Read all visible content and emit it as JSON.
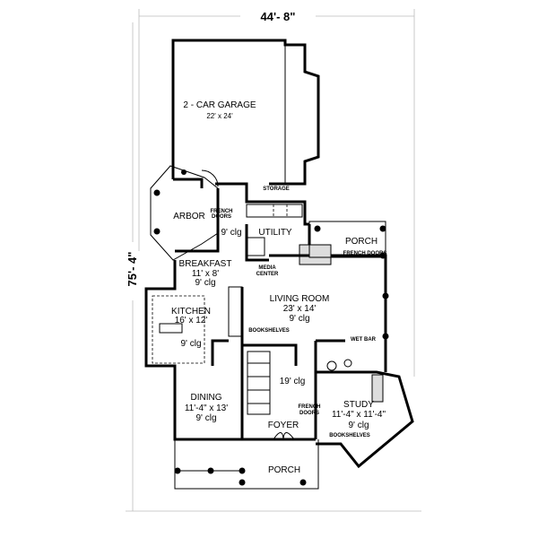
{
  "dimensions": {
    "width": "44'- 8\"",
    "depth": "75'- 4\""
  },
  "rooms": {
    "garage": {
      "name": "2 - CAR GARAGE",
      "size": "22' x 24'"
    },
    "storage": {
      "name": "STORAGE"
    },
    "arbor": {
      "name": "ARBOR"
    },
    "arbor_doors": {
      "line1": "FRENCH",
      "line2": "DOORS"
    },
    "hall_clg": "9' clg",
    "utility": {
      "name": "UTILITY"
    },
    "rear_porch": {
      "name": "PORCH",
      "doors": "FRENCH DOORS"
    },
    "breakfast": {
      "name": "BREAKFAST",
      "size": "11' x 8'",
      "clg": "9' clg"
    },
    "media": {
      "line1": "MEDIA",
      "line2": "CENTER"
    },
    "living": {
      "name": "LIVING ROOM",
      "size": "23' x 14'",
      "clg": "9' clg"
    },
    "kitchen": {
      "name": "KITCHEN",
      "size": "16' x 12'",
      "clg": "9' clg"
    },
    "bookshelves_living": "BOOKSHELVES",
    "wet_bar": "WET BAR",
    "foyer_clg": "19' clg",
    "dining": {
      "name": "DINING",
      "size": "11'-4\" x 13'",
      "clg": "9' clg"
    },
    "study_doors": {
      "line1": "FRENCH",
      "line2": "DOORS"
    },
    "study": {
      "name": "STUDY",
      "size": "11'-4\" x 11'-4\"",
      "clg": "9' clg"
    },
    "foyer": {
      "name": "FOYER"
    },
    "bookshelves_study": "BOOKSHELVES",
    "front_porch": {
      "name": "PORCH"
    }
  }
}
